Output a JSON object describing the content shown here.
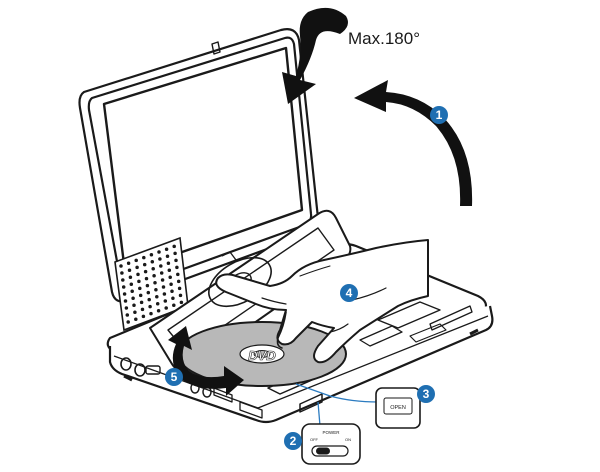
{
  "rotation_limit": "Max.180°",
  "steps": [
    {
      "number": "1"
    },
    {
      "number": "2"
    },
    {
      "number": "3"
    },
    {
      "number": "4"
    },
    {
      "number": "5"
    }
  ],
  "callouts": {
    "open_button": "OPEN",
    "power_switch_top": "POWER",
    "power_switch_left": "OFF",
    "power_switch_right": "ON"
  },
  "disc_logo": "DVD",
  "colors": {
    "step_badge": "#1f6fb2",
    "arrow": "#111111",
    "outline": "#1a1a1a",
    "screen_fill": "#ffffff",
    "disc_fill": "#b8b8b8",
    "callout_line": "#2b7bc0"
  }
}
